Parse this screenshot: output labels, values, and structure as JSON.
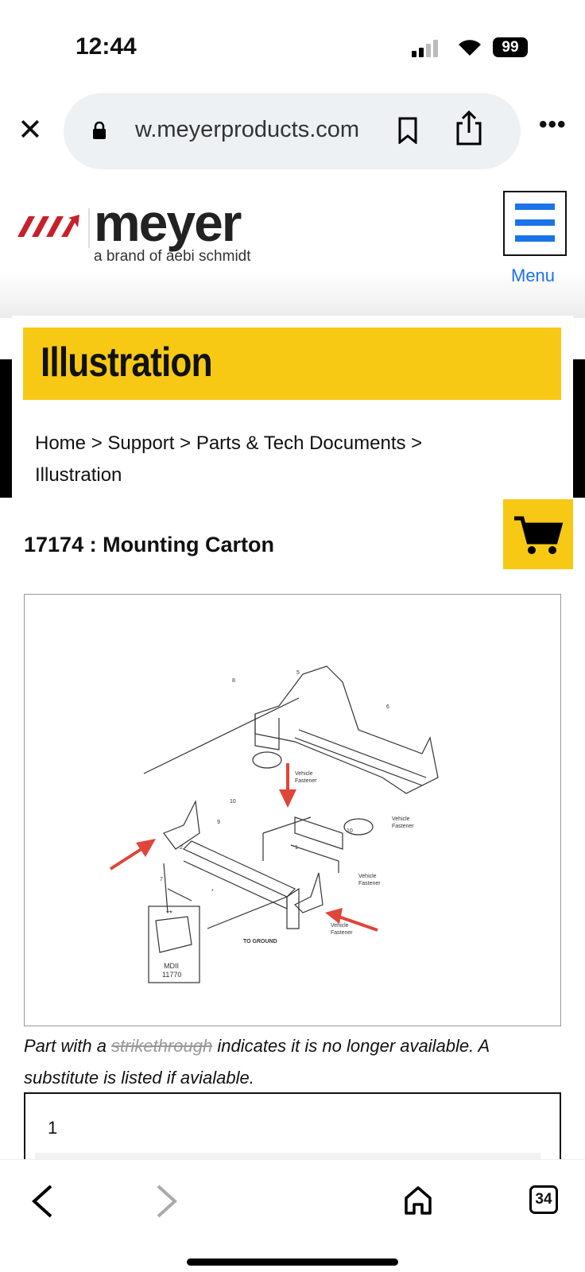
{
  "status": {
    "time": "12:44",
    "battery": "99"
  },
  "browser": {
    "url": "w.meyerproducts.com",
    "tabs_count": "34"
  },
  "header": {
    "brand": "meyer",
    "tagline": "a brand of aebi schmidt",
    "menu_label": "Menu"
  },
  "page": {
    "heading": "Illustration",
    "breadcrumb": [
      {
        "label": "Home"
      },
      {
        "label": "Support"
      },
      {
        "label": "Parts & Tech Documents"
      },
      {
        "label": "Illustration"
      }
    ],
    "separator": ">",
    "part_title": "17174 : Mounting Carton",
    "caption_pre": "Part with a ",
    "caption_strike": "strikethrough",
    "caption_post": " indicates it is no longer available. A substitute is listed if avialable.",
    "parts": [
      {
        "number": "1"
      }
    ]
  },
  "diagram": {
    "labels": {
      "vf": "Vehicle",
      "vf2": "Fastener",
      "ground": "TO GROUND",
      "model": "MDII",
      "model_no": "11770",
      "stars": "**",
      "star": "*"
    },
    "callouts": [
      "1",
      "2",
      "5",
      "6",
      "7",
      "8",
      "9",
      "10"
    ]
  },
  "colors": {
    "accent": "#f7c914",
    "link": "#1a73e8",
    "arrow": "#e0453a"
  }
}
